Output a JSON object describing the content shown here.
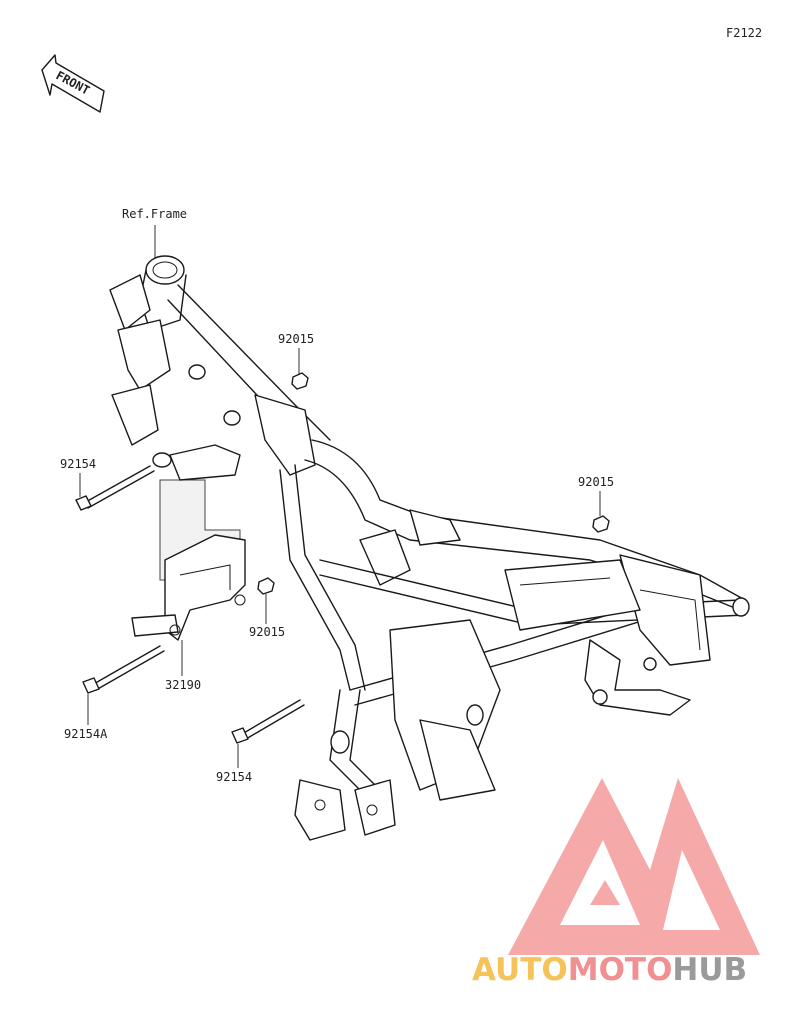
{
  "figure_code": "F2122",
  "front_label": "FRONT",
  "ref_label": "Ref.Frame",
  "parts": [
    {
      "id": "p1",
      "number": "92015"
    },
    {
      "id": "p2",
      "number": "92015"
    },
    {
      "id": "p3",
      "number": "92015"
    },
    {
      "id": "p4",
      "number": "92154"
    },
    {
      "id": "p5",
      "number": "32190"
    },
    {
      "id": "p6",
      "number": "92154A"
    },
    {
      "id": "p7",
      "number": "92154"
    }
  ],
  "watermark": {
    "brand": "AUTOMOTOHUB",
    "part1": "AUTO",
    "part2": "MOTO",
    "part3": "HUB",
    "colors": {
      "logo": "#f4a0a0",
      "auto": "#f6c25a",
      "moto": "#f09090",
      "hub": "#9a9a9a"
    }
  }
}
